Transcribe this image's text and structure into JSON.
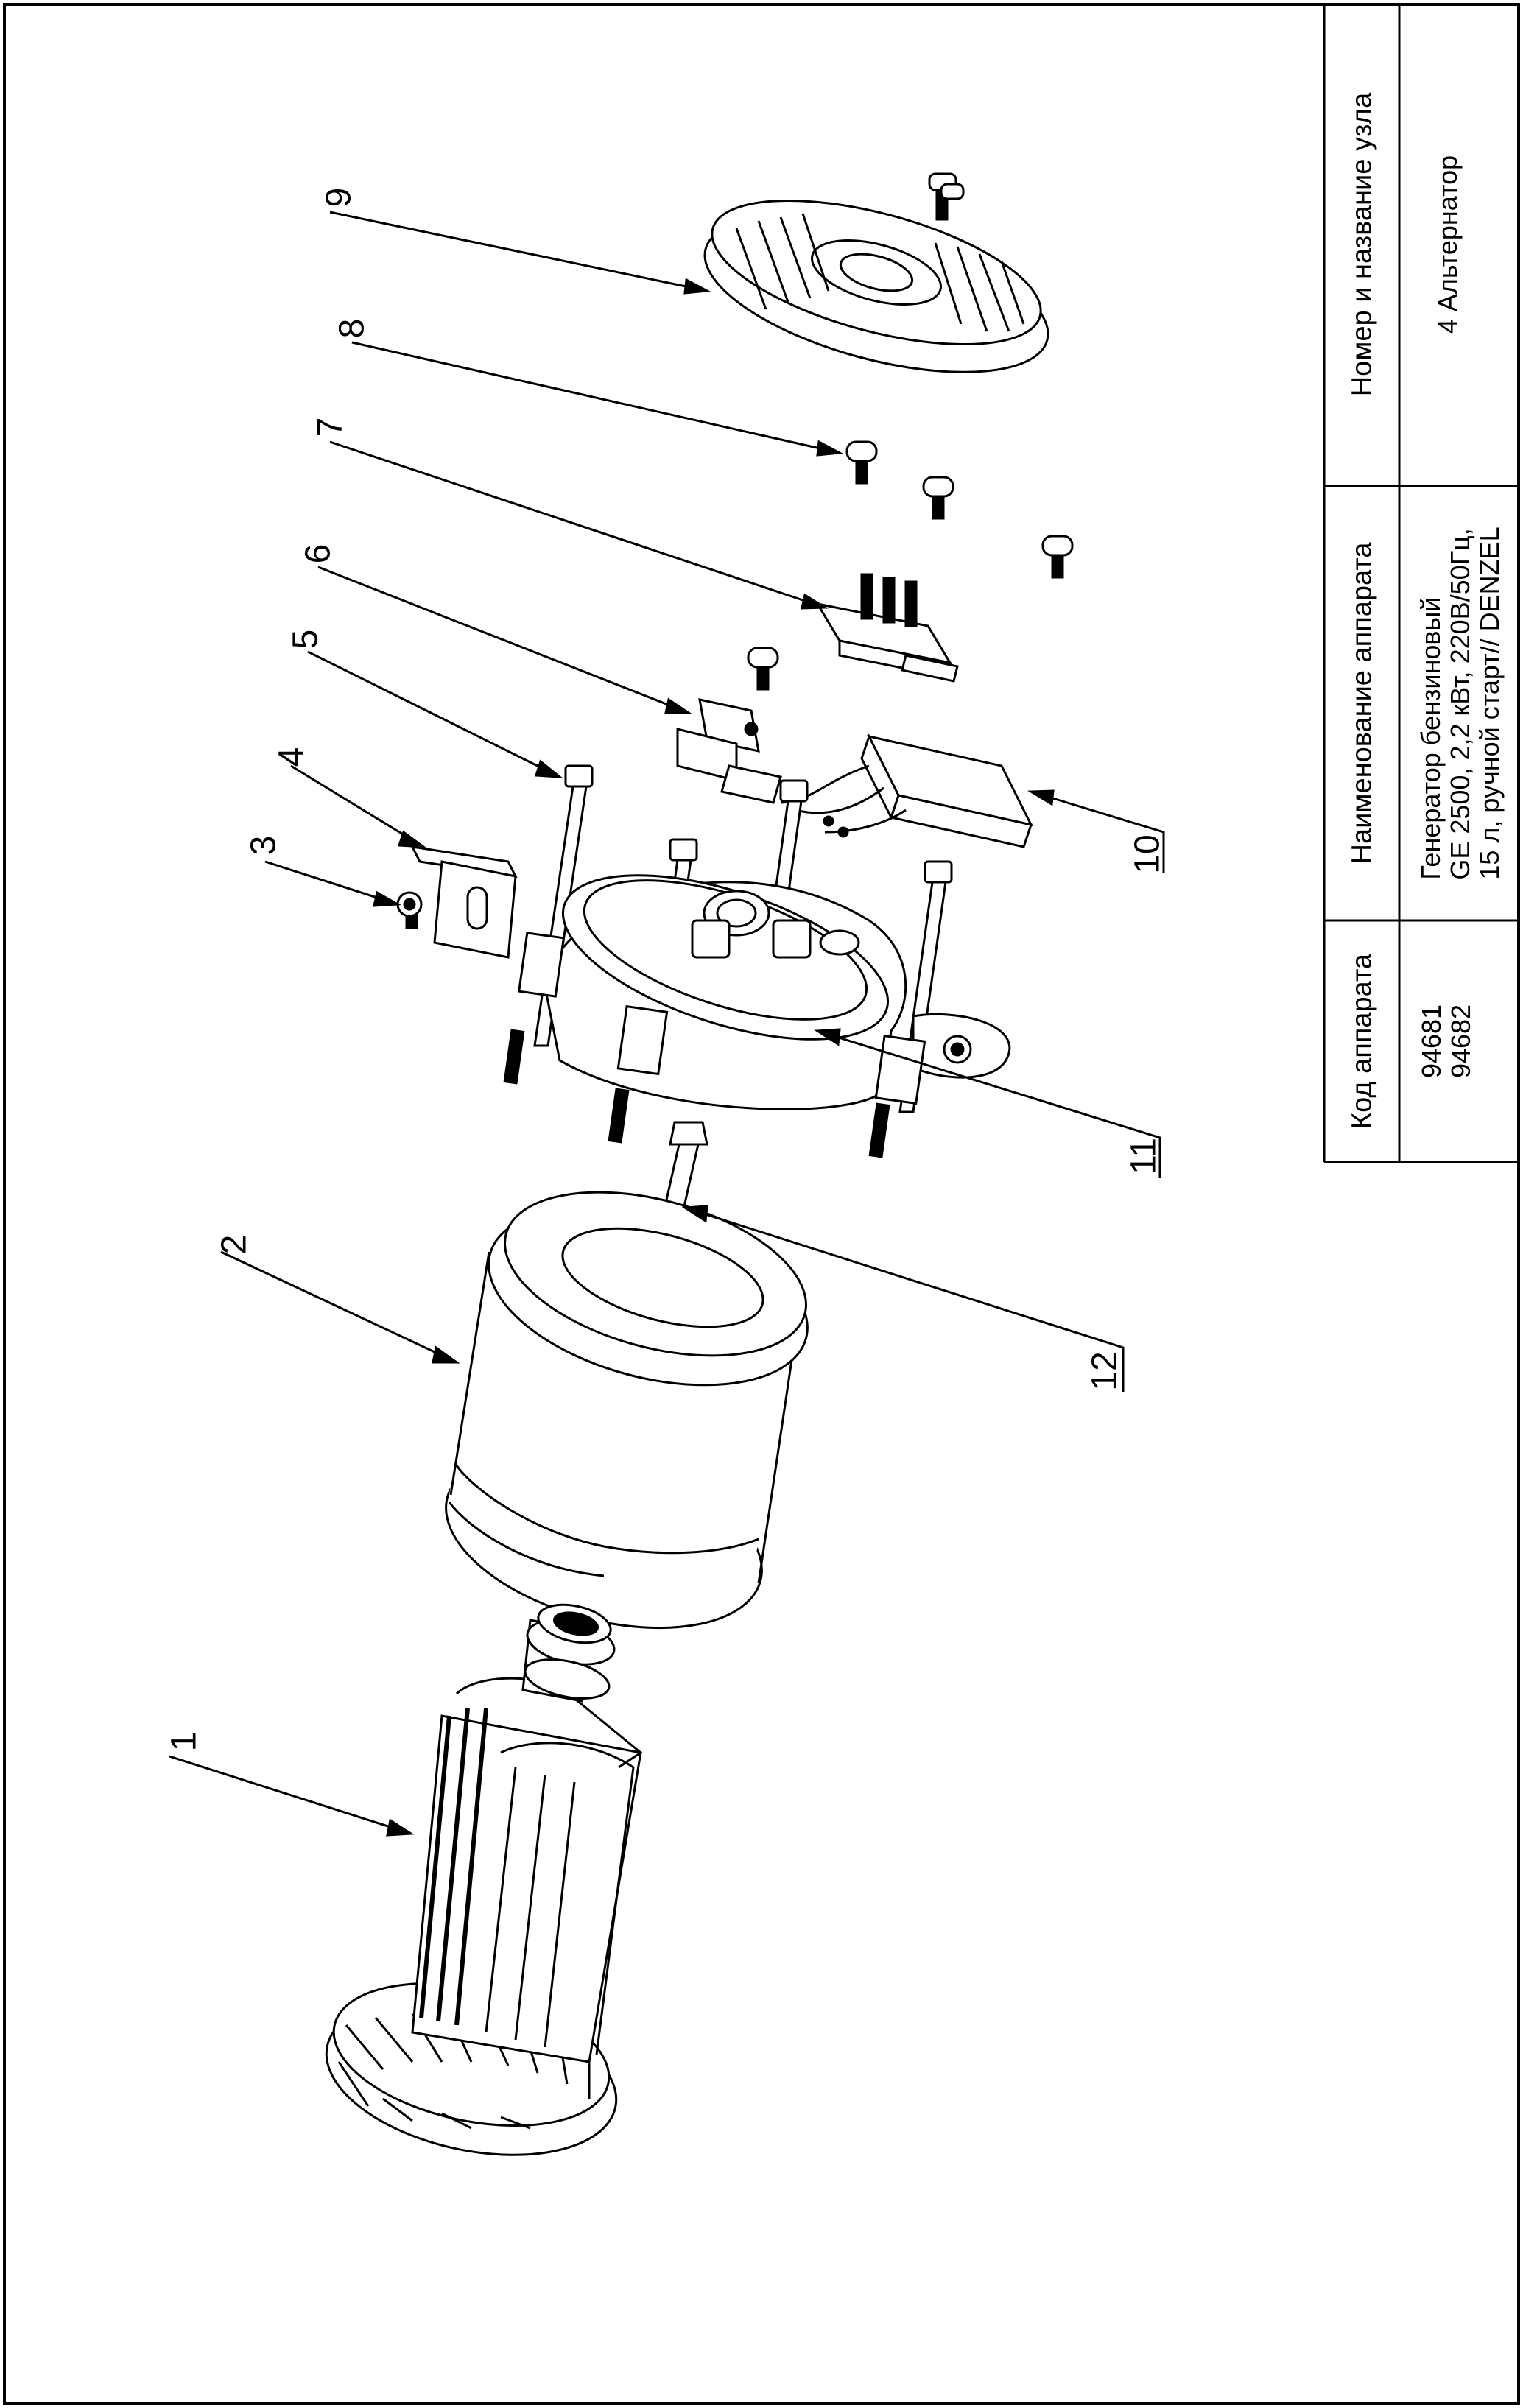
{
  "table": {
    "header_code": "Код аппарата",
    "header_name": "Наименование аппарата",
    "header_unit": "Номер и название узла",
    "codes": [
      "94681",
      "94682"
    ],
    "name_lines": [
      "Генератор бензиновый",
      "GE 2500, 2,2 кВт, 220В/50Гц,",
      "15 л, ручной старт// DENZEL"
    ],
    "unit": "4 Альтернатор"
  },
  "callouts": {
    "c1": "1",
    "c2": "2",
    "c3": "3",
    "c4": "4",
    "c5": "5",
    "c6": "6",
    "c7": "7",
    "c8": "8",
    "c9": "9",
    "c10": "10",
    "c11": "11",
    "c12": "12"
  }
}
